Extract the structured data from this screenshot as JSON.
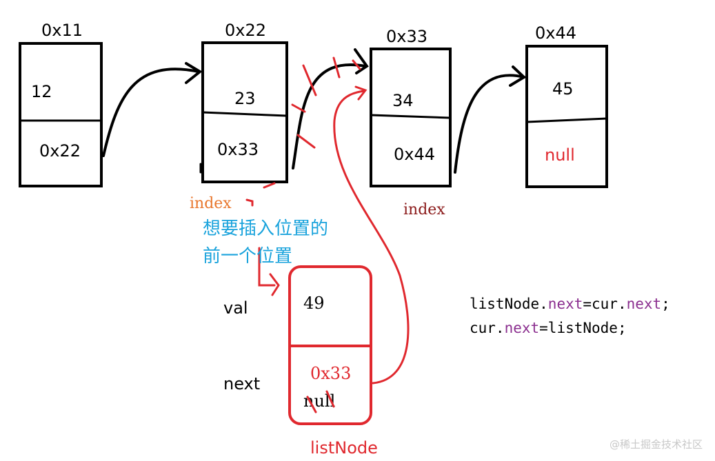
{
  "nodes": [
    {
      "address": "0x11",
      "value": "12",
      "next": "0x22"
    },
    {
      "address": "0x22",
      "value": "23",
      "next": "0x33"
    },
    {
      "address": "0x33",
      "value": "34",
      "next": "0x44"
    },
    {
      "address": "0x44",
      "value": "45",
      "next": "null"
    }
  ],
  "insert_node": {
    "val_label": "val",
    "next_label": "next",
    "value": "49",
    "new_next": "0x33",
    "old_next": "null",
    "name": "listNode"
  },
  "annotations": {
    "index_prev": "index",
    "index_note_line1": "想要插入位置的",
    "index_note_line2": "前一个位置",
    "index_target": "index"
  },
  "code": {
    "line1": {
      "a": "listNode.",
      "b": "next",
      "c": "=cur.",
      "d": "next",
      "e": ";"
    },
    "line2": {
      "a": "cur.",
      "b": "next",
      "c": "=listNode;"
    }
  },
  "watermark": "@稀土掘金技术社区",
  "colors": {
    "red": "#e0282e",
    "orange": "#e8762c",
    "blue": "#1aa3dc",
    "purple": "#8b2f8f",
    "darkred": "#8b1a1a",
    "black": "#000000"
  }
}
